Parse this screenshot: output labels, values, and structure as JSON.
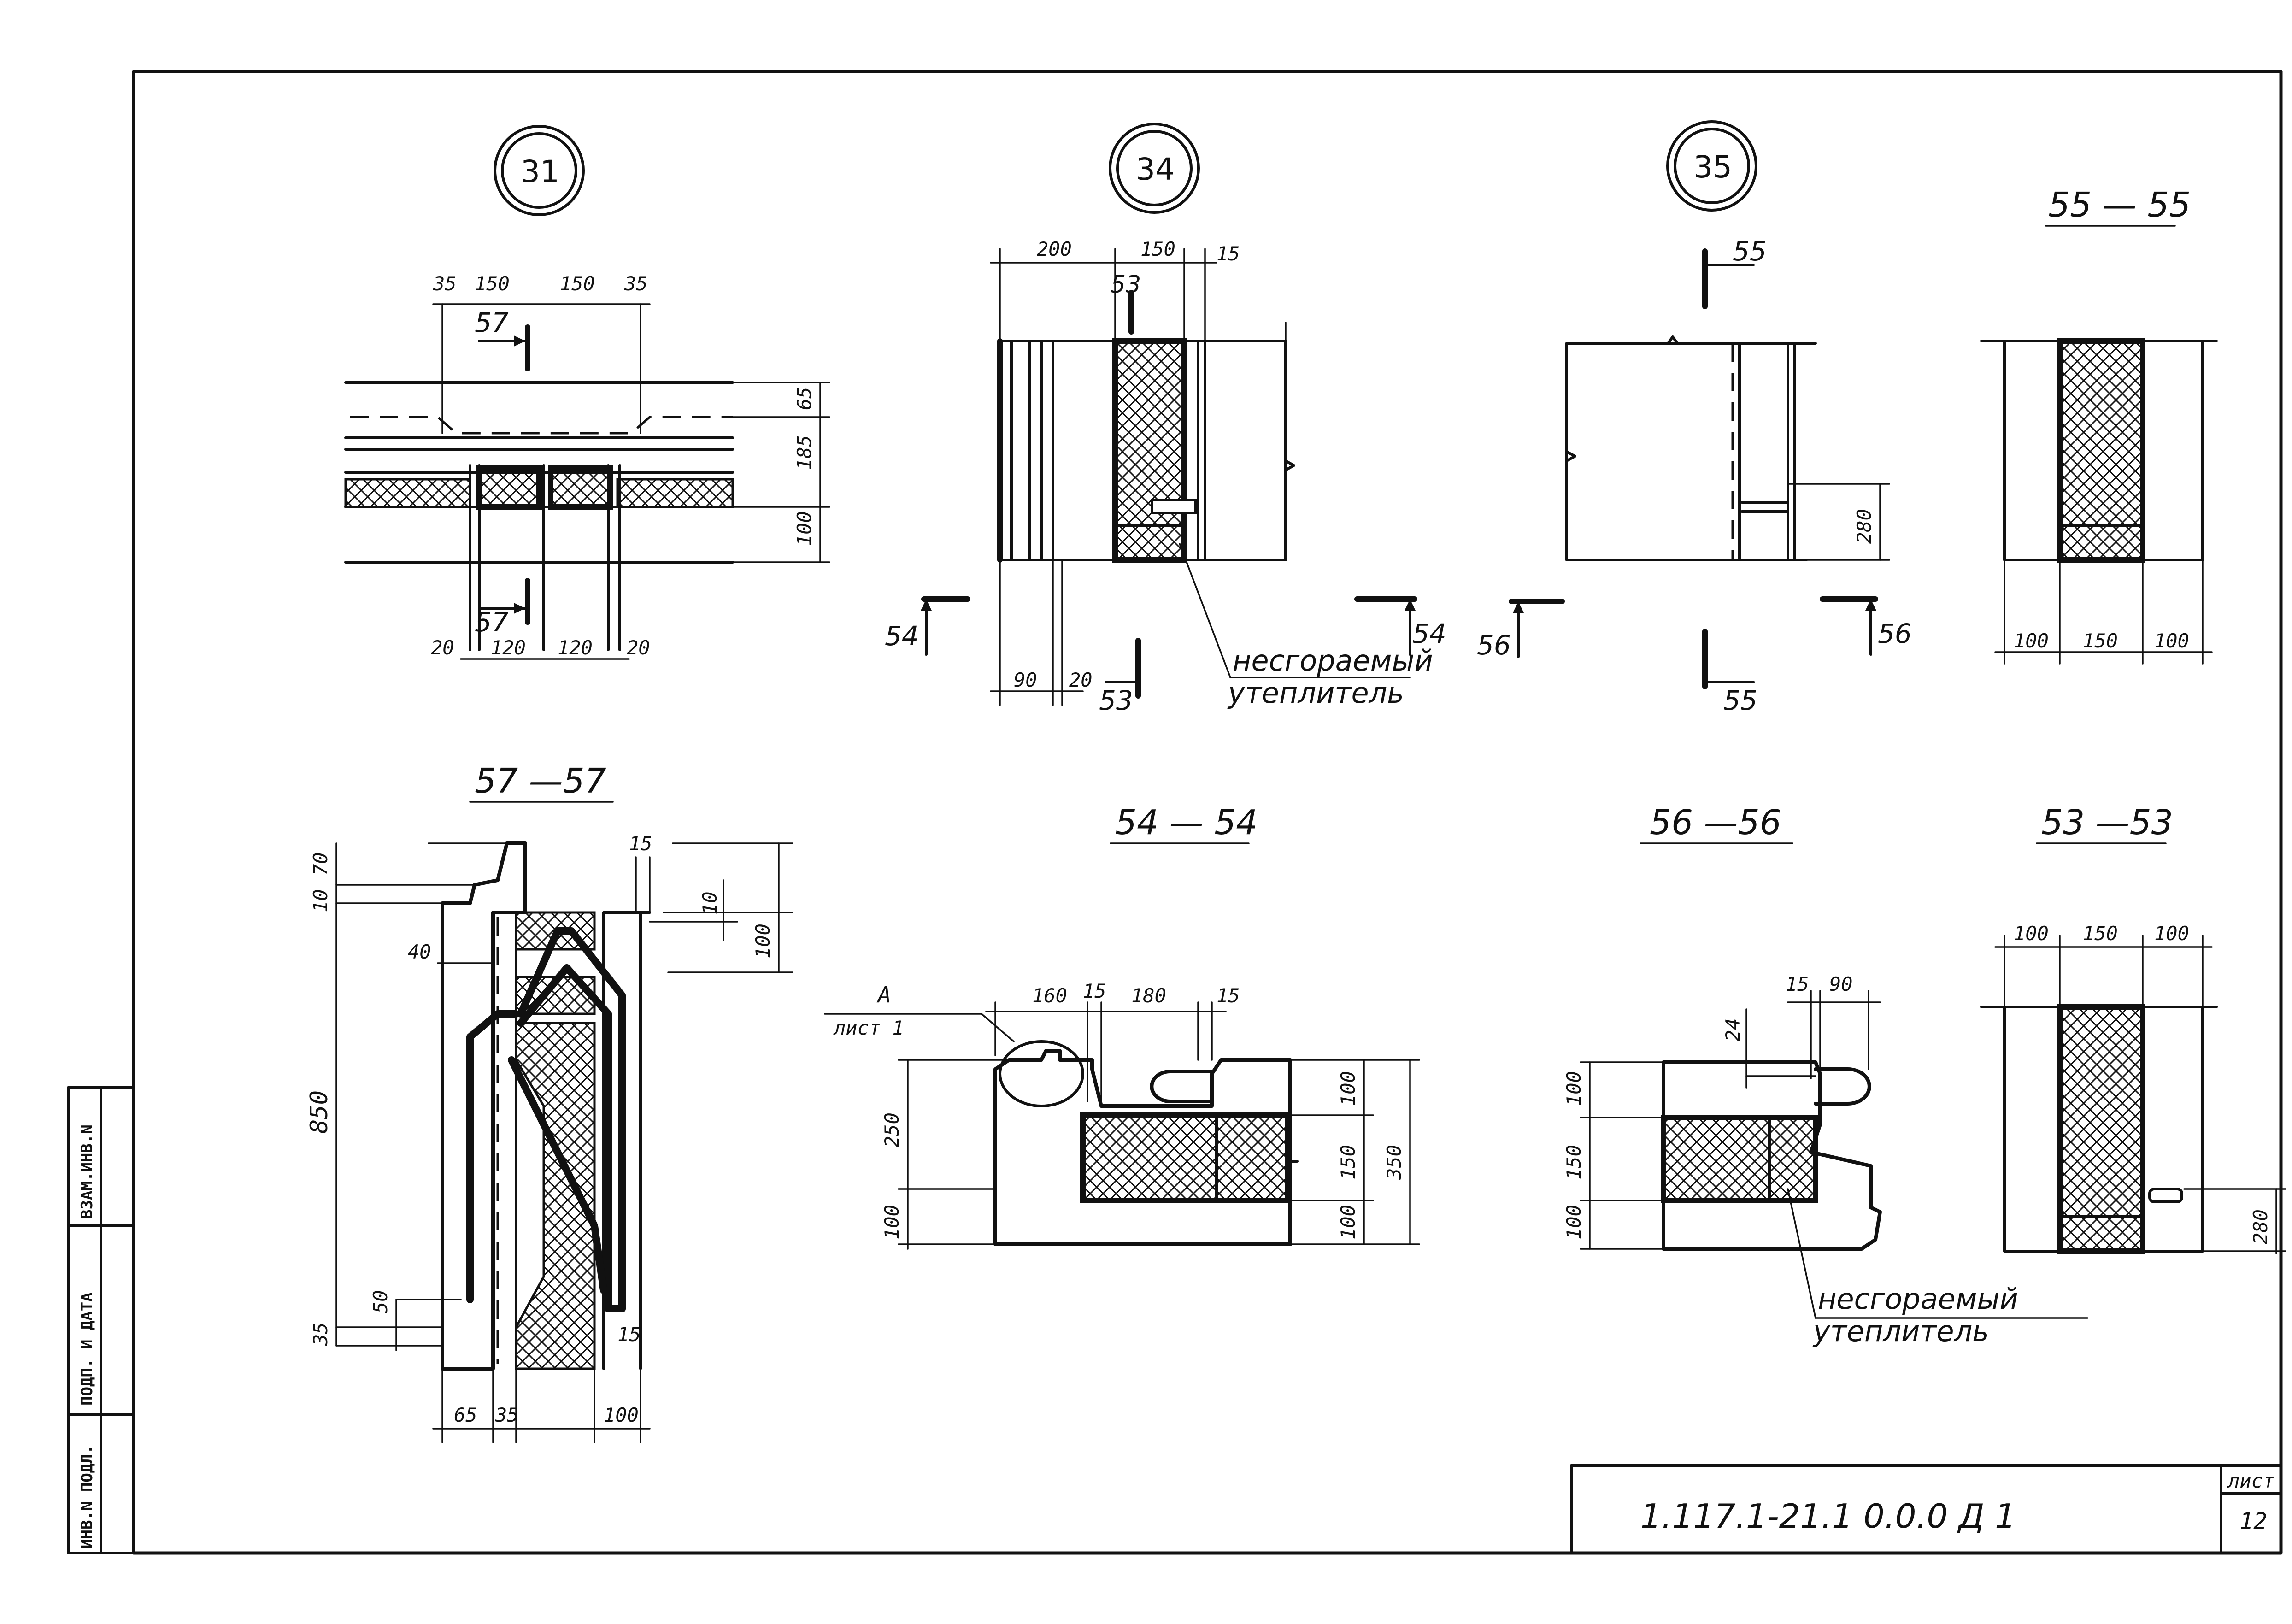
{
  "callouts": {
    "c31": "31",
    "c34": "34",
    "c35": "35"
  },
  "section_titles": {
    "s55": "55 — 55",
    "s57": "57 —57",
    "s54": "54 — 54",
    "s56": "56 —56",
    "s53": "53 —53"
  },
  "section_marks": {
    "m53": "53",
    "m54": "54",
    "m55": "55",
    "m56": "56",
    "m57": "57"
  },
  "notes": {
    "insulation_line1": "несгораемый",
    "insulation_line2": "утеплитель",
    "ref_a": "А",
    "ref_sheet": "лист 1"
  },
  "dims": {
    "d35": "35",
    "d150": "150",
    "d65": "65",
    "d185": "185",
    "d100": "100",
    "d20": "20",
    "d120": "120",
    "d200": "200",
    "d15": "15",
    "d90": "90",
    "d280": "280",
    "d10": "10",
    "d70": "70",
    "d40": "40",
    "d850": "850",
    "d50": "50",
    "d160": "160",
    "d180": "180",
    "d250": "250",
    "d350": "350",
    "d24": "24"
  },
  "title_block": {
    "doc_code": "1.117.1-21.1  0.0.0 Д 1",
    "sheet_label": "лист",
    "sheet_number": "12"
  },
  "side_stamp": {
    "inv_orig": "ИНВ.N ПОДЛ.",
    "sign_date": "ПОДП. И ДАТА",
    "replace_inv": "ВЗАМ.ИНВ.N"
  }
}
